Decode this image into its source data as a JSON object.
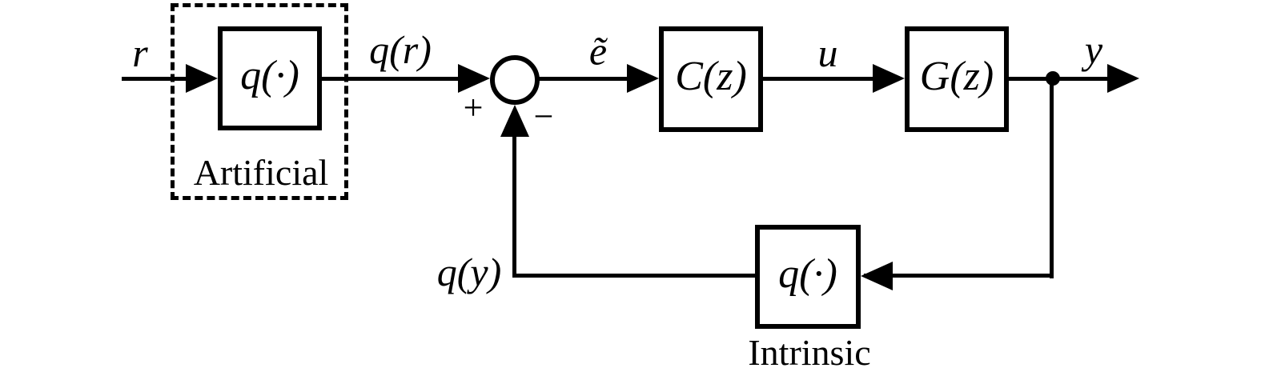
{
  "diagram": {
    "colors": {
      "line": "#000000",
      "background": "#ffffff"
    },
    "blocks": {
      "artificial_quantizer": "q(·)",
      "controller": "C(z)",
      "plant": "G(z)",
      "intrinsic_quantizer": "q(·)"
    },
    "signals": {
      "reference": "r",
      "quantized_reference": "q(r)",
      "error": "ẽ",
      "control_input": "u",
      "output": "y",
      "quantized_output": "q(y)"
    },
    "sum_junction": {
      "plus": "+",
      "minus": "−"
    },
    "captions": {
      "artificial": "Artificial",
      "intrinsic": "Intrinsic"
    }
  }
}
